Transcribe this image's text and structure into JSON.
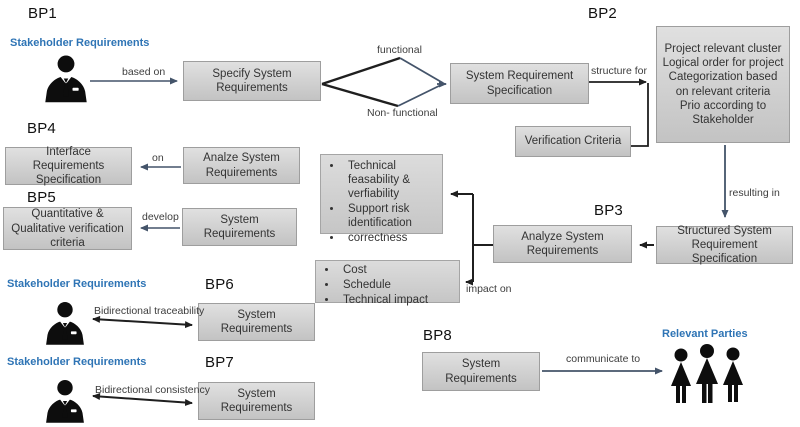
{
  "bp1": {
    "label": "BP1",
    "stakeholder_label": "Stakeholder Requirements",
    "arrow_based_on": "based on",
    "box_specify": "Specify System Requirements",
    "branch_functional": "functional",
    "branch_non_functional": "Non- functional"
  },
  "bp2": {
    "label": "BP2",
    "box_spec": "System Requirement Specification",
    "arrow_structure_for": "structure for",
    "cluster_lines": [
      "Project relevant cluster",
      "Logical order for project",
      "Categorization based on relevant criteria",
      "Prio according to Stakeholder"
    ],
    "box_verification": "Verification Criteria",
    "arrow_resulting_in": "resulting in"
  },
  "bp3": {
    "label": "BP3",
    "box_structured": "Structured System Requirement Specification",
    "box_analyze": "Analyze System Requirements",
    "criteria_items": [
      "Technical feasability & verfiability",
      "Support risk identification",
      "correctness"
    ],
    "impact_items": [
      "Cost",
      "Schedule",
      "Technical impact"
    ],
    "arrow_impact_on": "impact on"
  },
  "bp4": {
    "label": "BP4",
    "box_interface": "Interface Requirements Specification",
    "arrow_on": "on",
    "box_analze": "Analze System Requirements"
  },
  "bp5": {
    "label": "BP5",
    "box_quant": "Quantitative & Qualitative verification criteria",
    "arrow_develop": "develop",
    "box_sysreq": "System Requirements"
  },
  "bp6": {
    "label": "BP6",
    "stakeholder_label": "Stakeholder Requirements",
    "arrow_bidirectional": "Bidirectional traceability",
    "box_sysreq": "System Requirements"
  },
  "bp7": {
    "label": "BP7",
    "stakeholder_label": "Stakeholder Requirements",
    "arrow_bidirectional": "Bidirectional consistency",
    "box_sysreq": "System Requirements"
  },
  "bp8": {
    "label": "BP8",
    "box_sysreq": "System Requirements",
    "arrow_communicate": "communicate to",
    "parties_label": "Relevant Parties"
  },
  "icons": {
    "stakeholder": "businessperson-icon",
    "parties": "people-group-icon"
  },
  "colors": {
    "accent_blue": "#2e74b5",
    "arrow_slate": "#44546a",
    "line_black": "#1f1f1f",
    "box_fill_top": "#e0e0e0",
    "box_fill_bottom": "#c3c3c3",
    "box_border": "#9e9e9e"
  }
}
